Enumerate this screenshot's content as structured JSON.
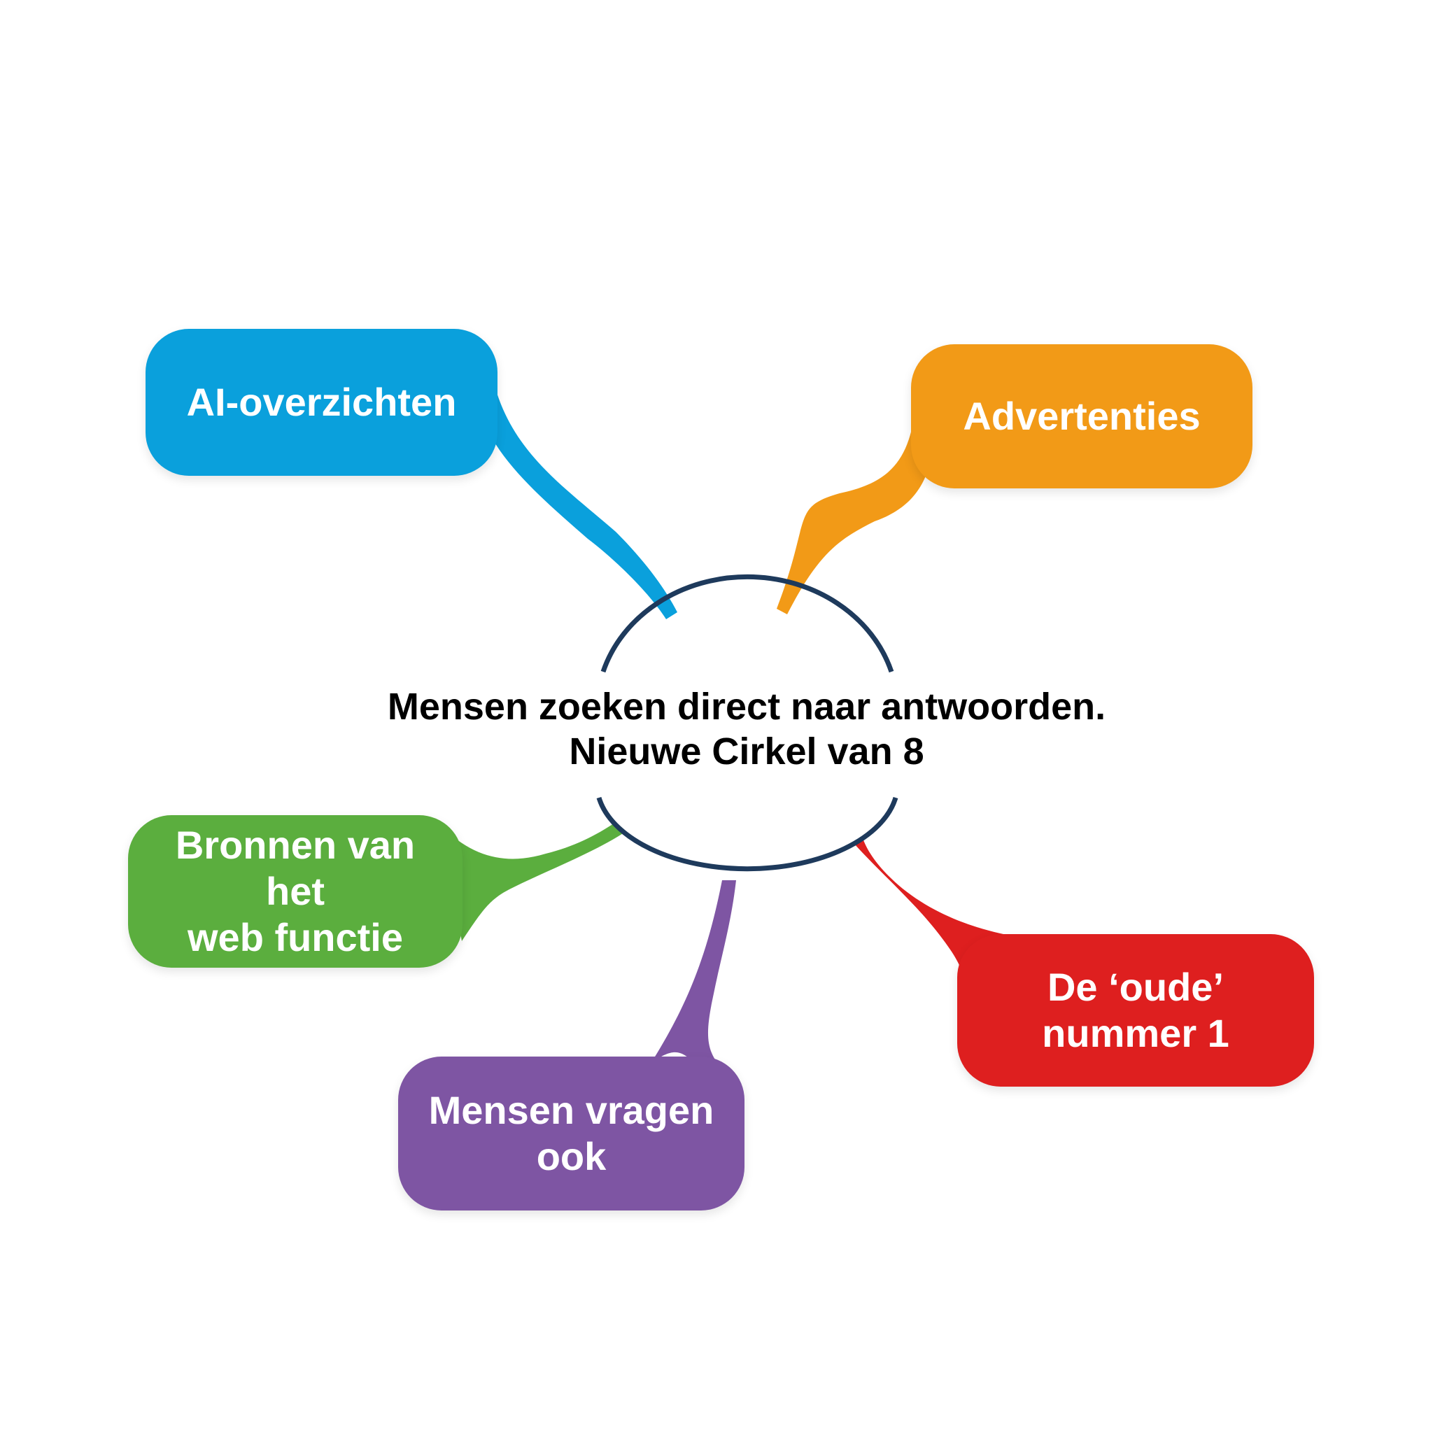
{
  "center": {
    "line1": "Mensen zoeken direct naar antwoorden.",
    "line2": "Nieuwe Cirkel van 8"
  },
  "nodes": [
    {
      "id": "ai",
      "label": "AI-overzichten",
      "color": "#0AA0DC"
    },
    {
      "id": "ads",
      "label": "Advertenties",
      "color": "#F29A17"
    },
    {
      "id": "web",
      "label": "Bronnen van het\nweb  functie",
      "color": "#5BAE3E"
    },
    {
      "id": "ask",
      "label": "Mensen vragen\nook",
      "color": "#7E55A3"
    },
    {
      "id": "old",
      "label": "De ‘oude’\nnummer 1",
      "color": "#DE1F1F"
    }
  ],
  "colors": {
    "ring": "#1E3A5C"
  }
}
